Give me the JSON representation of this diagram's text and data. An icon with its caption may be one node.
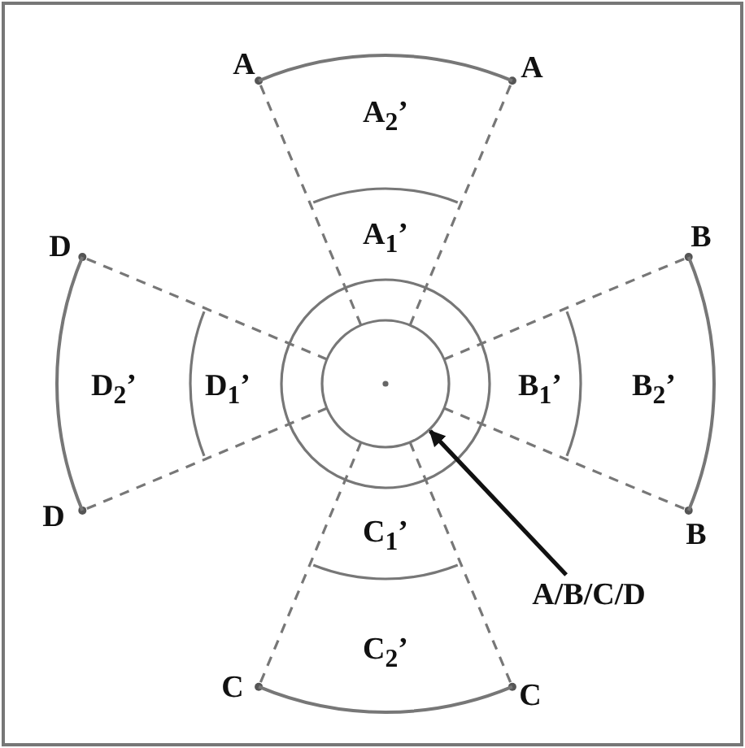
{
  "diagram": {
    "nodes": [
      {
        "text": [
          "A/B/C/D"
        ]
      },
      {
        "text": [],
        "shape": "circle"
      }
    ],
    "edges": [
      {
        "from": 0,
        "to": 1,
        "arrow": "to"
      }
    ],
    "labels": [
      "A",
      "A",
      "A$_{2}$’",
      "A$_{1}$’",
      "D",
      "B",
      "D$_{2}$’",
      "D$_{1}$’",
      "B$_{1}$’",
      "B$_{2}$’",
      "D",
      "B",
      "C$_{1}$’",
      "C$_{2}$’",
      "C",
      "C"
    ]
  }
}
